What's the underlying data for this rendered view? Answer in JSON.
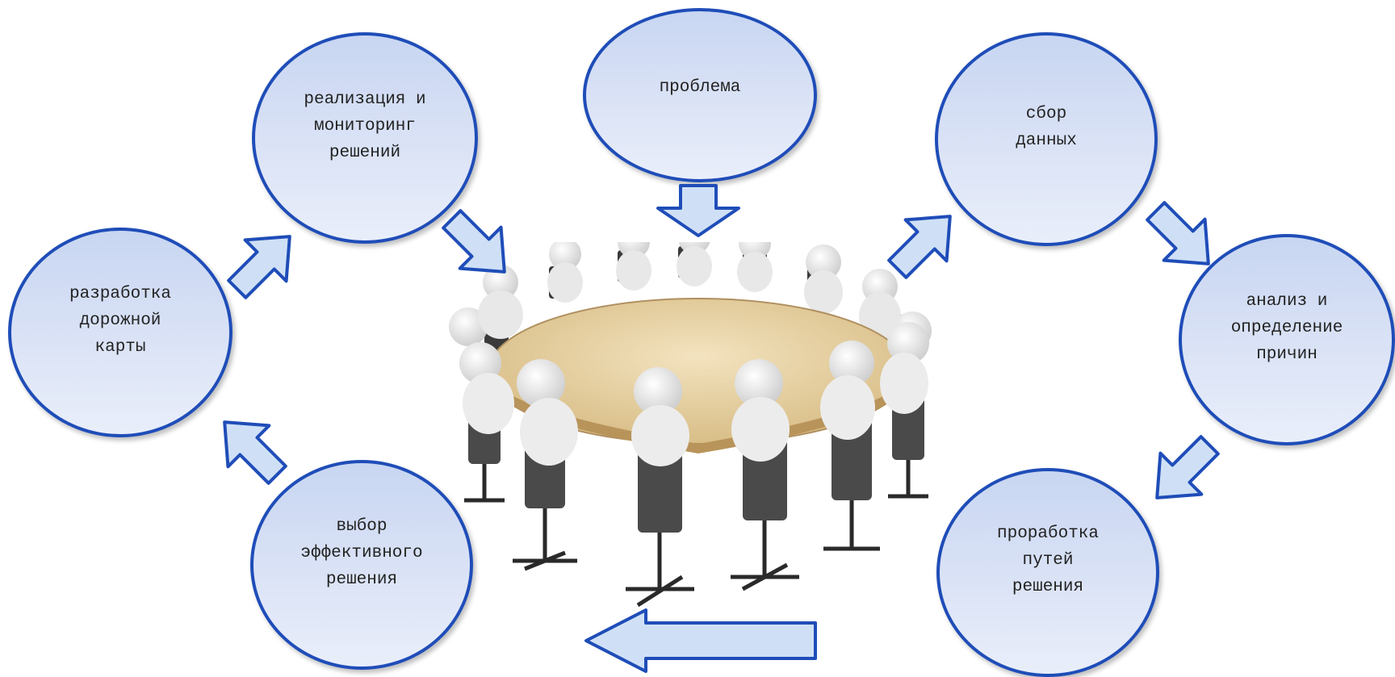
{
  "nodes": {
    "problem": "проблема",
    "collect": "сбор\nданных",
    "analysis": "анализ и\nопределение\nпричин",
    "elaborate": "проработка\nпутей\nрешения",
    "choice": "выбор\nэффективного\nрешения",
    "roadmap": "разработка\nдорожной\nкарты",
    "implement": "реализация и\nмониторинг\nрешений"
  },
  "colors": {
    "border": "#1f4db8",
    "fill_top": "#c8d6f2",
    "fill_bottom": "#e9eefa",
    "arrow_fill": "#cfe0f6"
  },
  "icons": {
    "arrow": "block-arrow-icon",
    "center": "round-table-meeting-illustration"
  }
}
